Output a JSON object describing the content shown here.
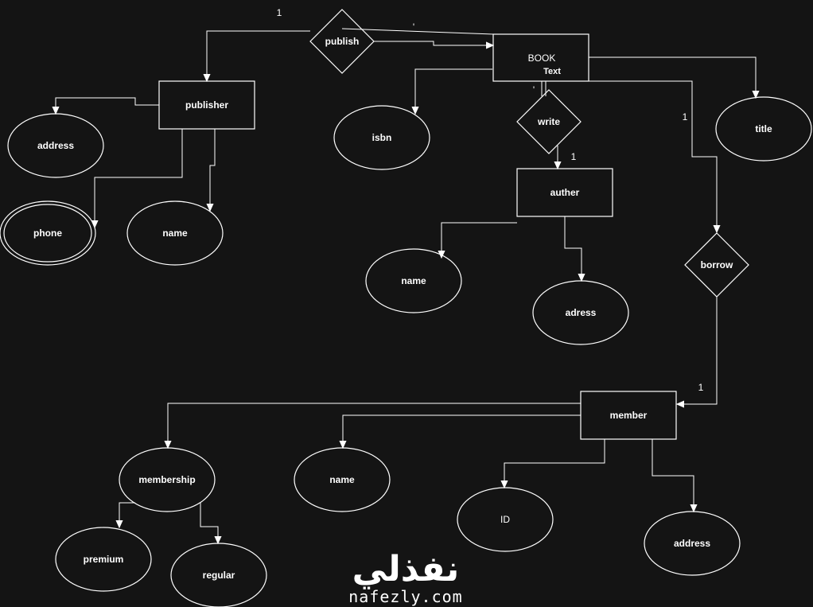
{
  "entities": {
    "book": "BOOK",
    "book_subtext": "Text",
    "publisher": "publisher",
    "auther": "auther",
    "member": "member"
  },
  "relationships": {
    "publish": "publish",
    "write": "write",
    "borrow": "borrow"
  },
  "attributes": {
    "publisher_address": "address",
    "publisher_phone": "phone",
    "publisher_name": "name",
    "book_isbn": "isbn",
    "book_title": "title",
    "auther_name": "name",
    "auther_adress": "adress",
    "member_membership": "membership",
    "member_name": "name",
    "member_id": "ID",
    "member_address": "address",
    "membership_premium": "premium",
    "membership_regular": "regular"
  },
  "cardinalities": {
    "publish_1": "1",
    "write_1": "1",
    "borrow_book_1": "1",
    "borrow_member_1": "1",
    "publish_tick": "'",
    "write_tick": "'"
  },
  "watermark": {
    "arabic": "نفذلي",
    "latin": "nafezly.com"
  },
  "colors": {
    "background": "#141414",
    "stroke": "#ffffff",
    "text": "#ffffff"
  }
}
